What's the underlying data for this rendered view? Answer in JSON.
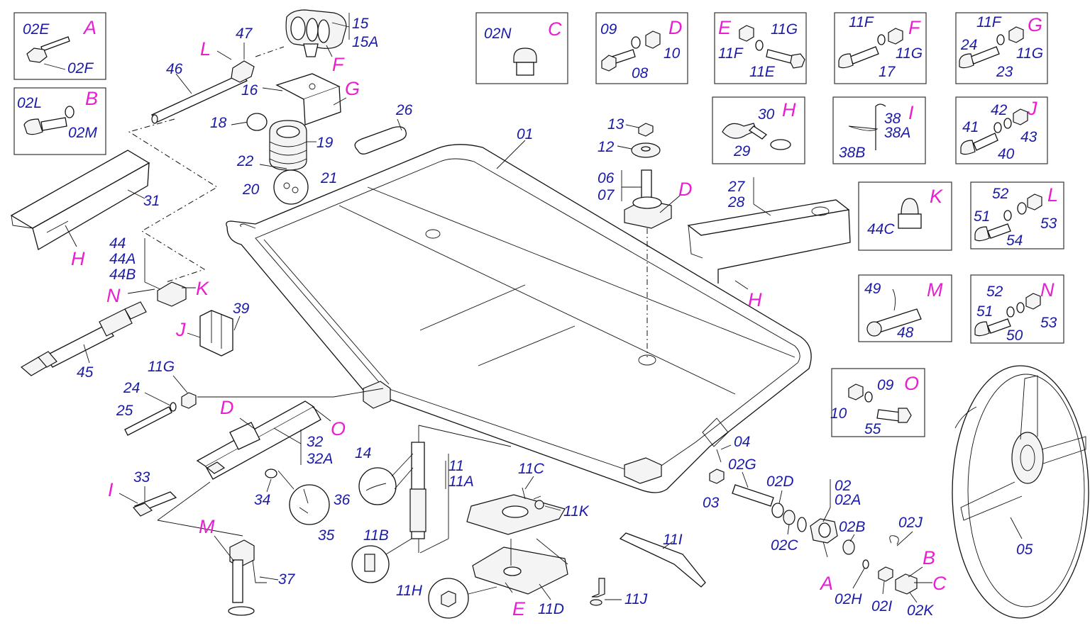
{
  "title": "",
  "inset_boxes": [
    {
      "letter": "A",
      "labels": [
        "02E",
        "02F"
      ]
    },
    {
      "letter": "B",
      "labels": [
        "02L",
        "02M"
      ]
    },
    {
      "letter": "C",
      "labels": [
        "02N"
      ]
    },
    {
      "letter": "D",
      "labels": [
        "09",
        "10",
        "08"
      ]
    },
    {
      "letter": "E",
      "labels": [
        "11G",
        "11F",
        "11E"
      ]
    },
    {
      "letter": "F",
      "labels": [
        "11F",
        "11G",
        "17"
      ]
    },
    {
      "letter": "G",
      "labels": [
        "11F",
        "24",
        "11G",
        "23"
      ]
    },
    {
      "letter": "H",
      "labels": [
        "30",
        "29"
      ]
    },
    {
      "letter": "I",
      "labels": [
        "38",
        "38A",
        "38B"
      ]
    },
    {
      "letter": "J",
      "labels": [
        "42",
        "41",
        "43",
        "40"
      ]
    },
    {
      "letter": "K",
      "labels": [
        "44C"
      ]
    },
    {
      "letter": "L",
      "labels": [
        "52",
        "51",
        "53",
        "54"
      ]
    },
    {
      "letter": "M",
      "labels": [
        "49",
        "48"
      ]
    },
    {
      "letter": "N",
      "labels": [
        "52",
        "51",
        "53",
        "50"
      ]
    },
    {
      "letter": "O",
      "labels": [
        "10",
        "09",
        "55"
      ]
    }
  ],
  "callouts": {
    "p01": "01",
    "p15": "15",
    "p15a": "15A",
    "p16": "16",
    "p18": "18",
    "p19": "19",
    "p20": "20",
    "p21": "21",
    "p22": "22",
    "p26": "26",
    "p31": "31",
    "p46": "46",
    "p47": "47",
    "p13": "13",
    "p12": "12",
    "p06": "06",
    "p07": "07",
    "p27": "27",
    "p28": "28",
    "p44": "44",
    "p44a": "44A",
    "p44b": "44B",
    "p39": "39",
    "p45": "45",
    "p11g": "11G",
    "p24": "24",
    "p25": "25",
    "p32": "32",
    "p32a": "32A",
    "p33": "33",
    "p34": "34",
    "p35": "35",
    "p36": "36",
    "p37": "37",
    "p14": "14",
    "p11": "11",
    "p11a": "11A",
    "p11b": "11B",
    "p11c": "11C",
    "p11k": "11K",
    "p11h": "11H",
    "p11d": "11D",
    "p11j": "11J",
    "p11i": "11I",
    "p04": "04",
    "p02g": "02G",
    "p03": "03",
    "p02d": "02D",
    "p02": "02",
    "p02a": "02A",
    "p02b": "02B",
    "p02c": "02C",
    "p02j": "02J",
    "p02h": "02H",
    "p02i": "02I",
    "p02k": "02K",
    "p05": "05"
  },
  "letters": {
    "l_L": "L",
    "l_F": "F",
    "l_G": "G",
    "l_H1": "H",
    "l_N": "N",
    "l_K": "K",
    "l_J": "J",
    "l_D1": "D",
    "l_O": "O",
    "l_I": "I",
    "l_M": "M",
    "l_E": "E",
    "l_D2": "D",
    "l_H2": "H",
    "l_A": "A",
    "l_B": "B",
    "l_C": "C"
  },
  "colors": {
    "label": "#1a1aa8",
    "letter": "#e81ed0",
    "line": "#111111"
  }
}
